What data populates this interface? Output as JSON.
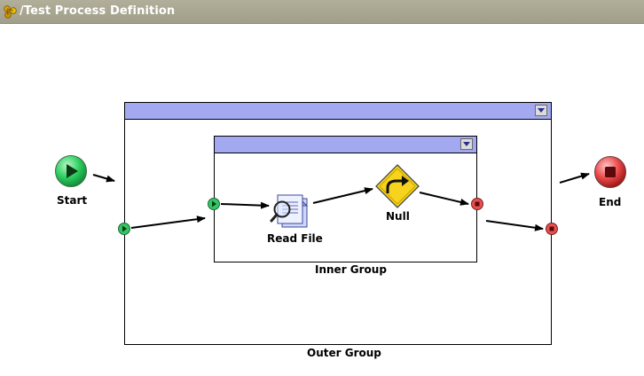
{
  "window": {
    "title": "/Test Process Definition",
    "icon": "process-definition-icon"
  },
  "diagram": {
    "start": {
      "label": "Start",
      "icon": "play-icon",
      "color": "#2fbf5a"
    },
    "end": {
      "label": "End",
      "icon": "stop-icon",
      "color": "#e03a3a"
    },
    "outer_group": {
      "label": "Outer Group",
      "header_color": "#a2a9f0"
    },
    "inner_group": {
      "label": "Inner Group",
      "header_color": "#a2a9f0"
    },
    "read_file": {
      "label": "Read File",
      "icon": "read-file-icon"
    },
    "null_activity": {
      "label": "Null",
      "icon": "null-activity-icon",
      "color": "#f5d21c"
    }
  }
}
